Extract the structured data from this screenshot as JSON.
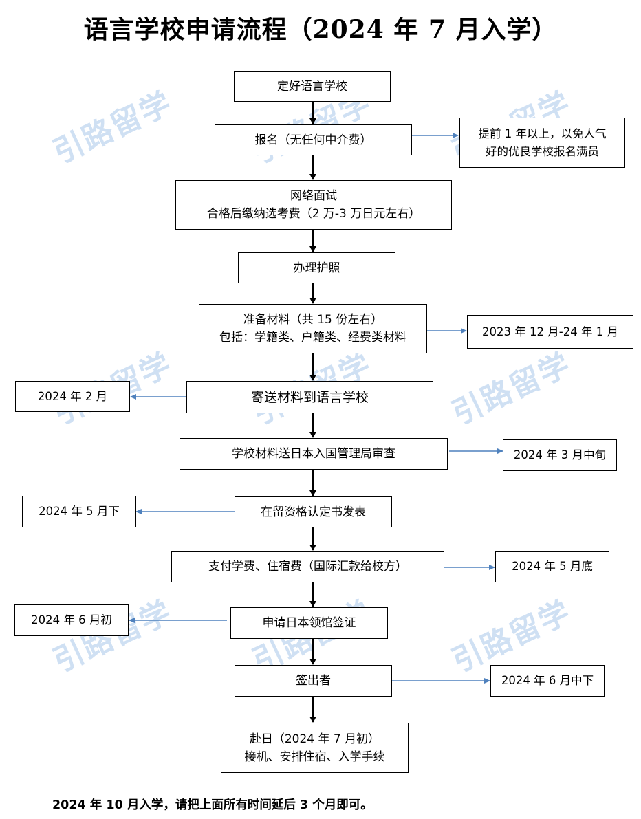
{
  "title": "语言学校申请流程（2024 年 7 月入学）",
  "watermark": "引路留学",
  "steps": [
    {
      "lines": [
        "定好语言学校"
      ]
    },
    {
      "lines": [
        "报名（无任何中介费）"
      ]
    },
    {
      "lines": [
        "网络面试",
        "合格后缴纳选考费（2 万-3 万日元左右）"
      ]
    },
    {
      "lines": [
        "办理护照"
      ]
    },
    {
      "lines": [
        "准备材料（共 15 份左右）",
        "包括：学籍类、户籍类、经费类材料"
      ]
    },
    {
      "lines": [
        "寄送材料到语言学校"
      ]
    },
    {
      "lines": [
        "学校材料送日本入国管理局审查"
      ]
    },
    {
      "lines": [
        "在留资格认定书发表"
      ]
    },
    {
      "lines": [
        "支付学费、住宿费（国际汇款给校方）"
      ]
    },
    {
      "lines": [
        "申请日本领馆签证"
      ]
    },
    {
      "lines": [
        "签出者"
      ]
    },
    {
      "lines": [
        "赴日（2024 年 7 月初）",
        "接机、安排住宿、入学手续"
      ]
    }
  ],
  "side_notes": {
    "signup_tip": [
      "提前 1 年以上，以免人气",
      "好的优良学校报名满员"
    ],
    "materials_time": "2023 年 12 月-24 年 1 月",
    "send_time": "2024 年 2 月",
    "review_time": "2024 年 3 月中旬",
    "coe_time": "2024 年 5 月下",
    "payment_time": "2024 年 5 月底",
    "visa_time": "2024 年 6 月初",
    "issued_time": "2024 年 6 月中下"
  },
  "footer": "2024 年 10 月入学，请把上面所有时间延后 3 个月即可。",
  "colors": {
    "side_arrow": "#4f81bd",
    "main_arrow": "#000000",
    "watermark": "#cfe0f3"
  }
}
